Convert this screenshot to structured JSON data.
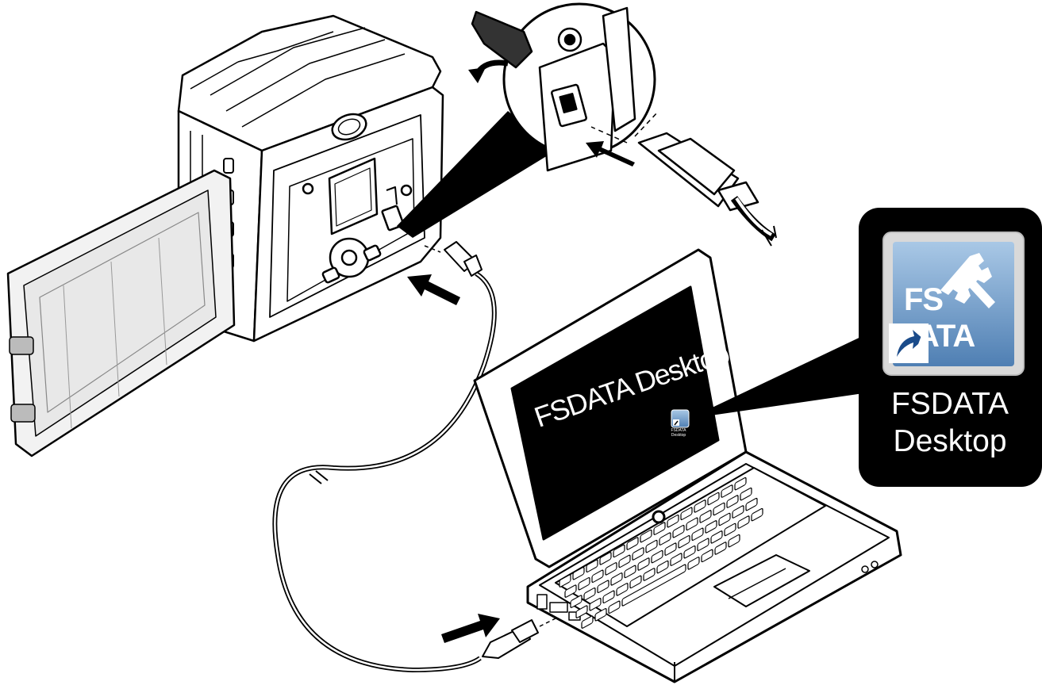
{
  "callout": {
    "icon_text_top": "FS",
    "icon_text_bottom": "ATA",
    "label_line1": "FSDATA",
    "label_line2": "Desktop"
  },
  "laptop": {
    "screen_title": "FSDATA Desktop",
    "mini_icon_line1": "FSDATA",
    "mini_icon_line2": "Desktop"
  },
  "colors": {
    "line": "#000000",
    "icon_blue": "#5a86b8",
    "icon_blue_light": "#9fc0e0",
    "callout_bg": "#000000",
    "screen_bg": "#000000"
  }
}
